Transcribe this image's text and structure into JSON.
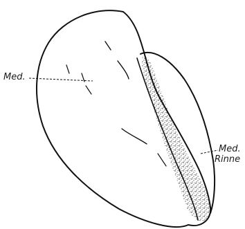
{
  "figure": {
    "labels": {
      "med_left": "Med.",
      "med_right": "Med.",
      "rinne": "Rinne"
    }
  }
}
